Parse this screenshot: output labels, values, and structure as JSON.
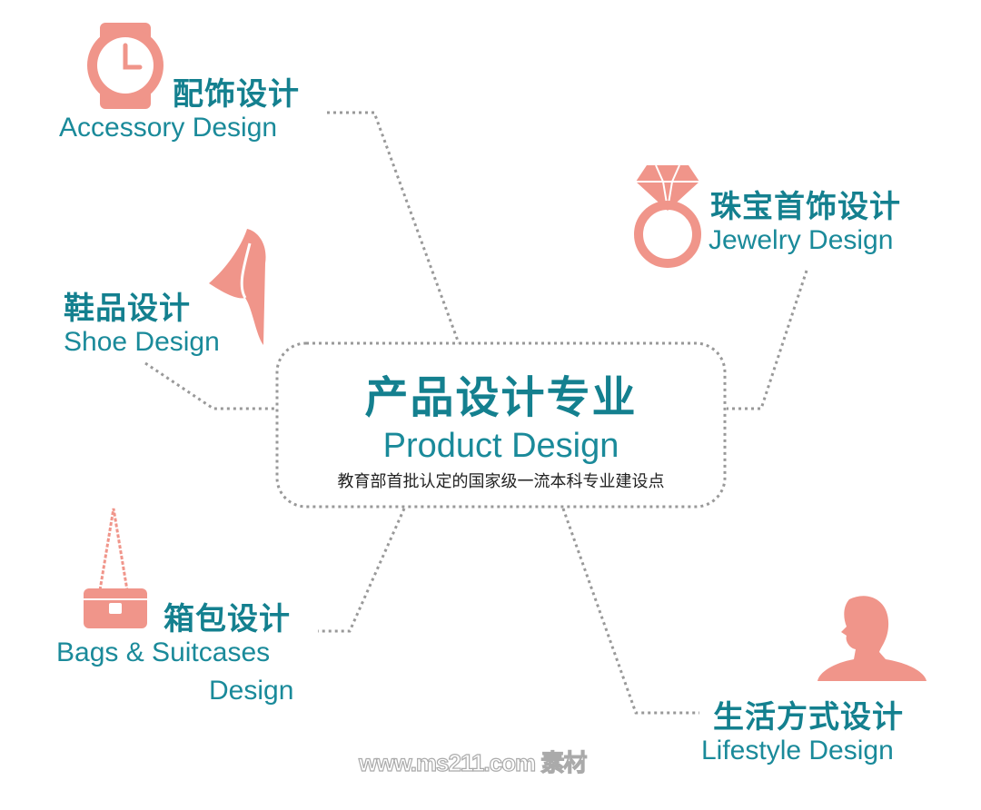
{
  "colors": {
    "teal": "#14808f",
    "accent": "#f0958a",
    "line": "#999999"
  },
  "center": {
    "title_zh": "产品设计专业",
    "title_en": "Product Design",
    "subtitle": "教育部首批认定的国家级一流本科专业建设点"
  },
  "branches": [
    {
      "id": "accessory",
      "zh": "配饰设计",
      "en": "Accessory Design",
      "icon": "watch-icon"
    },
    {
      "id": "jewelry",
      "zh": "珠宝首饰设计",
      "en": "Jewelry Design",
      "icon": "diamond-ring-icon"
    },
    {
      "id": "shoe",
      "zh": "鞋品设计",
      "en": "Shoe Design",
      "icon": "high-heel-icon"
    },
    {
      "id": "bags",
      "zh": "箱包设计",
      "en_line1": "Bags & Suitcases",
      "en_line2": "Design",
      "icon": "handbag-icon"
    },
    {
      "id": "lifestyle",
      "zh": "生活方式设计",
      "en": "Lifestyle Design",
      "icon": "person-icon"
    }
  ],
  "watermark": "www.ms211.com 素材"
}
